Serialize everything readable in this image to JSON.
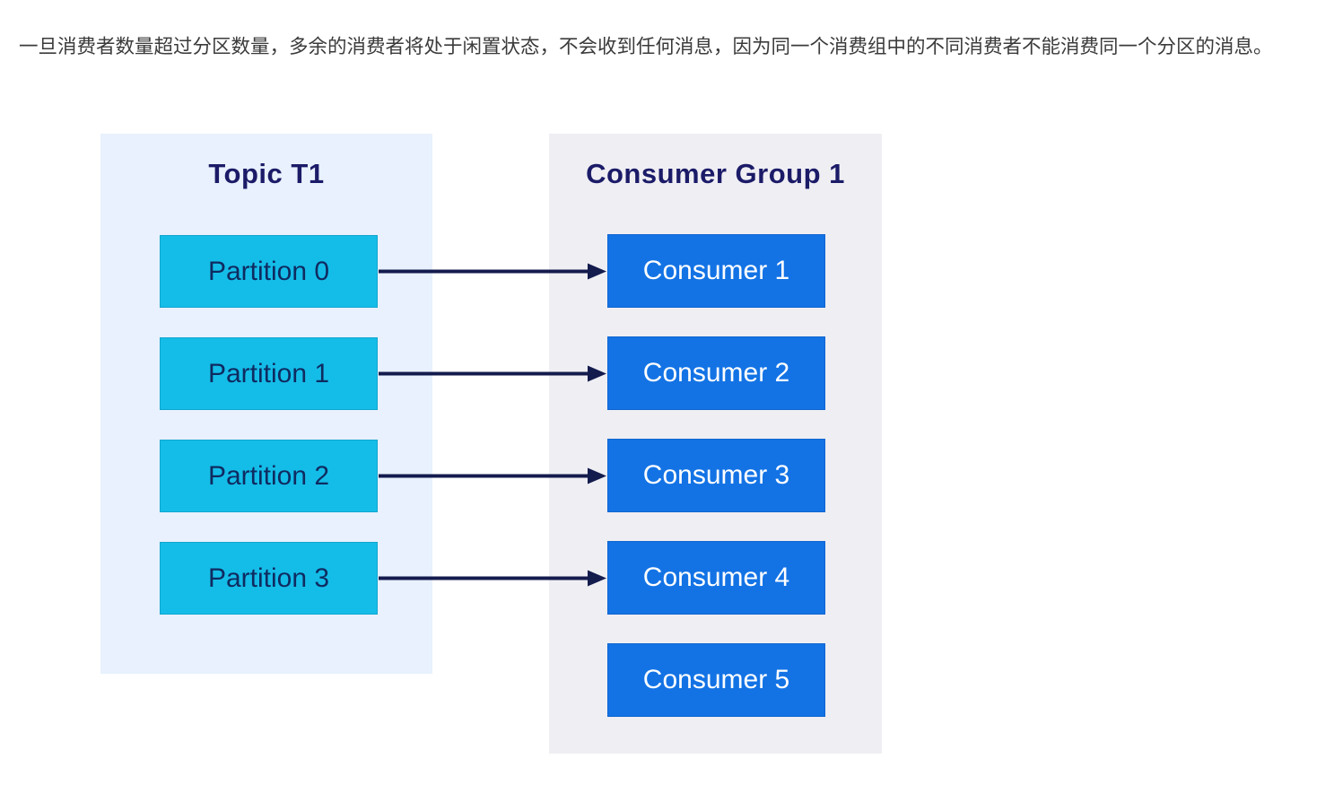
{
  "intro": {
    "text": "一旦消费者数量超过分区数量，多余的消费者将处于闲置状态，不会收到任何消息，因为同一个消费组中的不同消费者不能消费同一个分区的消息。"
  },
  "diagram": {
    "topic": {
      "title": "Topic T1",
      "partitions": [
        "Partition 0",
        "Partition 1",
        "Partition 2",
        "Partition 3"
      ]
    },
    "consumer_group": {
      "title": "Consumer Group 1",
      "consumers": [
        "Consumer 1",
        "Consumer 2",
        "Consumer 3",
        "Consumer 4",
        "Consumer 5"
      ]
    },
    "connections": [
      {
        "from": "Partition 0",
        "to": "Consumer 1"
      },
      {
        "from": "Partition 1",
        "to": "Consumer 2"
      },
      {
        "from": "Partition 2",
        "to": "Consumer 3"
      },
      {
        "from": "Partition 3",
        "to": "Consumer 4"
      }
    ],
    "colors": {
      "intro_text": "#3b3b3b",
      "topic_panel_bg": "#e8f1fd",
      "group_panel_bg": "#efeef3",
      "partition_box": "#14bde8",
      "consumer_box": "#1373e5",
      "title_text": "#1b1b68",
      "partition_text": "#0f2b60",
      "consumer_text": "#ffffff",
      "arrow": "#141b4d"
    }
  }
}
